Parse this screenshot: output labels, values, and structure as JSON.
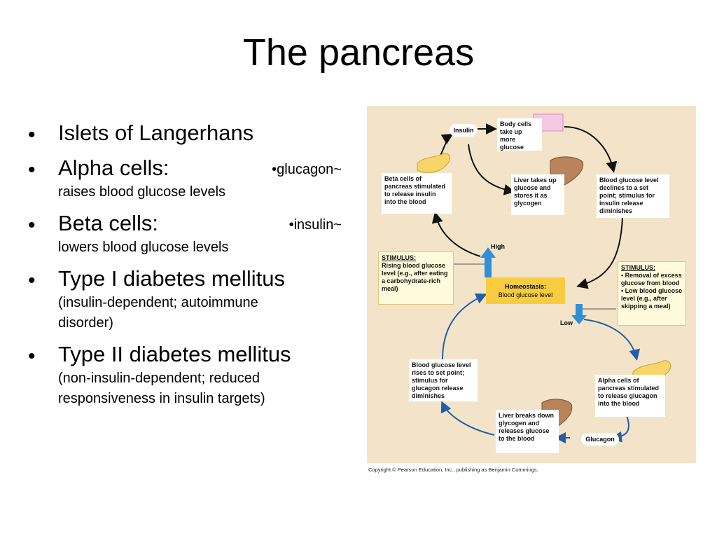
{
  "slide": {
    "title": "The pancreas",
    "bullets": [
      {
        "main": "Islets of Langerhans"
      },
      {
        "main": "Alpha cells:",
        "inline": "•glucagon~",
        "sub": "raises blood glucose levels"
      },
      {
        "main": "Beta cells:",
        "inline": "•insulin~",
        "sub": "lowers blood glucose levels"
      },
      {
        "main": "Type I diabetes mellitus",
        "sub": "(insulin-dependent; autoimmune disorder)"
      },
      {
        "main": "Type II diabetes mellitus",
        "sub": "(non-insulin-dependent; reduced responsiveness in insulin targets)"
      }
    ]
  },
  "diagram": {
    "insulin_label": "Insulin",
    "body_cells": "Body cells take up more glucose",
    "beta_cells": "Beta cells of pancreas stimulated to release insulin into the blood",
    "liver_takes": "Liver takes up glucose and stores it as glycogen",
    "glucose_declines": "Blood glucose level declines to a set point; stimulus for insulin release diminishes",
    "high_label": "High",
    "stimulus_left_title": "STIMULUS:",
    "stimulus_left_body": "Rising blood glucose level (e.g., after eating a carbohydrate-rich meal)",
    "homeostasis_title": "Homeostasis:",
    "homeostasis_body": "Blood glucose level",
    "stimulus_right_title": "STIMULUS:",
    "stimulus_right_body1": "• Removal of excess glucose from blood",
    "stimulus_right_body2": "• Low blood glucose level (e.g., after skipping a meal)",
    "low_label": "Low",
    "glucose_rises": "Blood glucose level rises to set point; stimulus for glucagon release diminishes",
    "alpha_cells": "Alpha cells of pancreas stimulated to release glucagon into the blood",
    "liver_breaks": "Liver breaks down glycogen and releases glucose to the blood",
    "glucagon_label": "Glucagon",
    "copyright": "Copyright © Pearson Education, Inc., publishing as Benjamin Cummings.",
    "colors": {
      "background": "#f3e4c9",
      "homeostasis": "#f7cd3f",
      "up_arrow": "#2f8fd8",
      "blue_arrow": "#1f5fa8"
    }
  }
}
